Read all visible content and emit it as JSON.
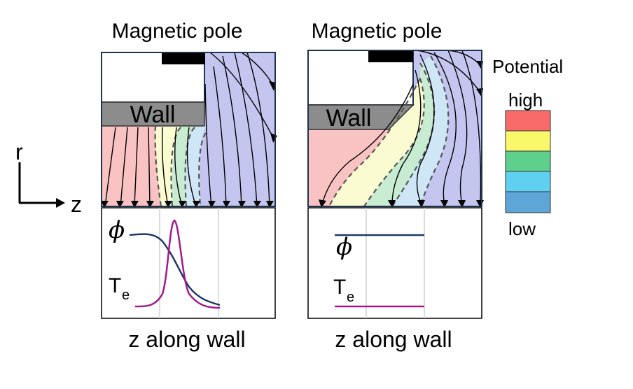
{
  "left_panel": {
    "title": "Magnetic pole",
    "wall_label": "Wall",
    "xlabel": "z along wall",
    "phi_label": "ϕ",
    "te_label": "T",
    "te_sub": "e"
  },
  "right_panel": {
    "title": "Magnetic pole",
    "wall_label": "Wall",
    "xlabel": "z along wall",
    "phi_label": "ϕ",
    "te_label": "T",
    "te_sub": "e"
  },
  "axes": {
    "r_label": "r",
    "z_label": "z"
  },
  "legend": {
    "title": "Potential",
    "high": "high",
    "low": "low",
    "colors": [
      "#f96b6b",
      "#f8f86a",
      "#5fcf8e",
      "#5fd0f0",
      "#5ea6d8"
    ]
  },
  "colors": {
    "red_region": "#f9c3c3",
    "yellow_region": "#fbfbd2",
    "green_region": "#c8ecd2",
    "blue_region": "#cfe6f6",
    "violet_region": "#c4c6f0",
    "wall": "#8c8c8c",
    "phi_curve": "#1f3a68",
    "te_curve": "#a21a8c"
  }
}
